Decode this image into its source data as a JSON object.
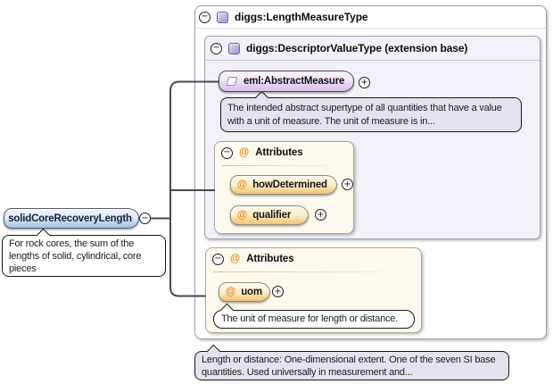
{
  "symbols": {
    "minus": "−",
    "plus": "+",
    "at": "@"
  },
  "colors": {
    "connector": "#4a4a4a",
    "complex_type_icon_purple": "#a594c9",
    "attribute_at_orange": "#e0891f",
    "extension_base_box_bg": "#f2f0f8",
    "attributes_box_bg": "#fdf9ec",
    "doc_bubble_bg": "#e5e2ef",
    "element_pill_purple": "#d5c1e4",
    "attribute_pill_amber": "#f1c377",
    "root_element_pill_blue": "#a9bfdf"
  },
  "root_element": {
    "label": "solidCoreRecoveryLength",
    "annotation_lines": [
      "For rock cores, the sum of the",
      "lengths of solid, cylindrical, core",
      "pieces"
    ]
  },
  "type_container": {
    "label": "diggs:LengthMeasureType",
    "doc_lines": [
      "Length or distance: One-dimensional extent. One of the seven SI base",
      "quantities. Used universally in measurement and..."
    ]
  },
  "extension_base": {
    "label": "diggs:DescriptorValueType (extension base)",
    "element": {
      "label": "eml:AbstractMeasure",
      "doc_lines": [
        "The intended abstract supertype of all quantities that have a value",
        "with a unit of measure. The unit of measure is in..."
      ]
    },
    "attributes_group": {
      "label": "Attributes",
      "attributes": [
        {
          "name": "howDetermined"
        },
        {
          "name": "qualifier"
        }
      ]
    }
  },
  "own_attributes_group": {
    "label": "Attributes",
    "attributes": [
      {
        "name": "uom",
        "doc": "The unit of measure for length or distance."
      }
    ]
  }
}
